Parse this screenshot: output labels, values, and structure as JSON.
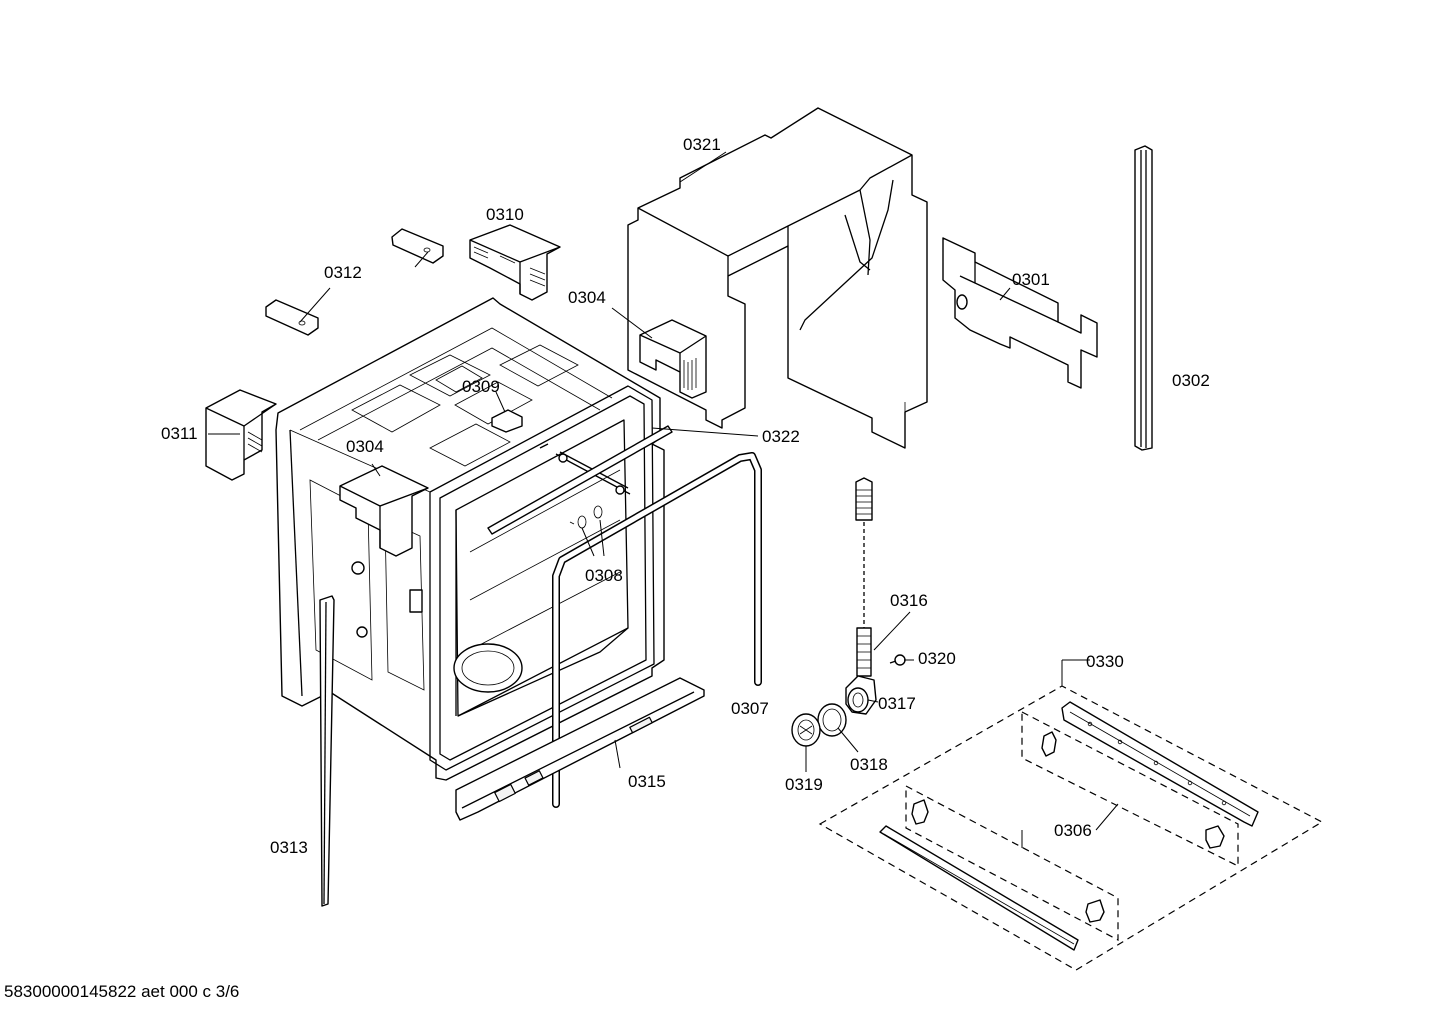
{
  "part_labels": {
    "p0301": "0301",
    "p0302": "0302",
    "p0304a": "0304",
    "p0304b": "0304",
    "p0306": "0306",
    "p0307": "0307",
    "p0308": "0308",
    "p0309": "0309",
    "p0310": "0310",
    "p0311": "0311",
    "p0312": "0312",
    "p0313": "0313",
    "p0315": "0315",
    "p0316": "0316",
    "p0317": "0317",
    "p0318": "0318",
    "p0319": "0319",
    "p0320": "0320",
    "p0321": "0321",
    "p0322": "0322",
    "p0330": "0330"
  },
  "footer": {
    "document_code": "58300000145822 aet 000 c 3/6"
  }
}
